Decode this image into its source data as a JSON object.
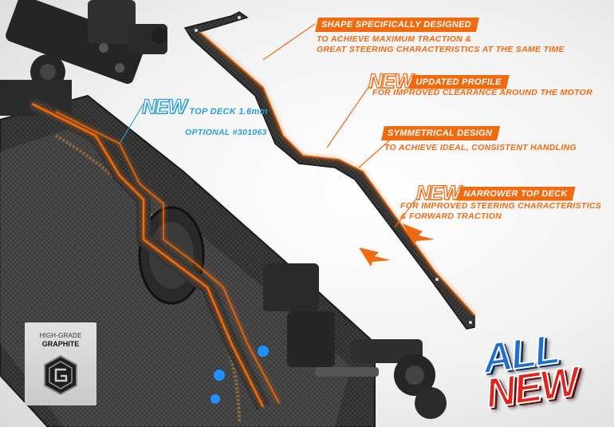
{
  "colors": {
    "accent_orange": "#f26a10",
    "accent_blue": "#2a9fd6",
    "carbon_dark": "#2b2b2b",
    "all_blue": "#1e6fd0",
    "new_red": "#e0231b"
  },
  "callouts": [
    {
      "badge": "",
      "title": "SHAPE SPECIFICALLY DESIGNED",
      "lines": [
        "TO ACHIEVE MAXIMUM TRACTION &",
        "GREAT STEERING CHARACTERISTICS AT THE SAME TIME"
      ]
    },
    {
      "badge": "NEW",
      "title": "UPDATED PROFILE",
      "lines": [
        "FOR IMPROVED CLEARANCE AROUND THE MOTOR"
      ]
    },
    {
      "badge": "",
      "title": "SYMMETRICAL DESIGN",
      "lines": [
        "TO ACHIEVE IDEAL, CONSISTENT HANDLING"
      ]
    },
    {
      "badge": "NEW",
      "title": "NARROWER TOP DECK",
      "lines": [
        "FOR IMPROVED STEERING CHARACTERISTICS",
        "& FORWARD TRACTION"
      ]
    }
  ],
  "blue_callout": {
    "badge": "NEW",
    "title": "TOP DECK 1.6mm",
    "subtitle": "OPTIONAL #301063"
  },
  "graphite_badge": {
    "line1": "HIGH-GRADE",
    "line2": "GRAPHITE",
    "icon": "graphite-emblem-icon"
  },
  "all_new": {
    "word1": "ALL",
    "word2": "NEW"
  }
}
